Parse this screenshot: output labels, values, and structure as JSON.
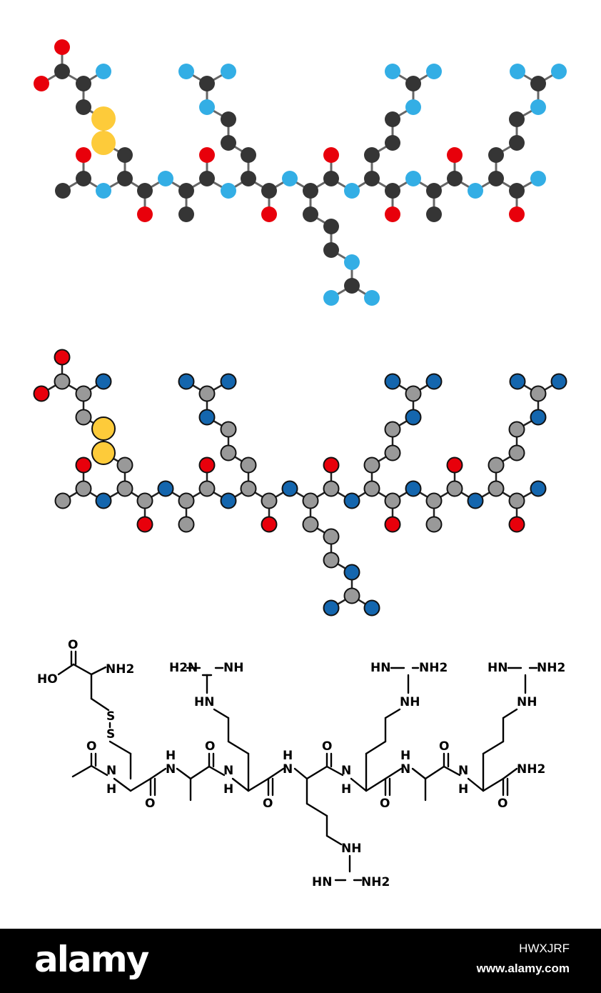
{
  "colors": {
    "carbon_dark": "#353535",
    "carbon_grey": "#999999",
    "nitrogen_light": "#33aee5",
    "nitrogen_dark": "#1466ae",
    "oxygen": "#e8000b",
    "sulfur": "#fdcb3a",
    "footer_bg": "#000000",
    "footer_text": "#ffffff"
  },
  "labels": {
    "o_top": "O",
    "ho": "HO",
    "nh2_cys": "NH2",
    "s1": "S",
    "s2": "S",
    "h2n_arg1": "H2N",
    "nh_arg1_top": "NH",
    "hn_arg1_side": "HN",
    "o_acetyl": "O",
    "nh_amide1": "H",
    "nh_amide1_n": "N",
    "o_cys": "O",
    "nh_ala1_n": "N",
    "nh_ala1_h": "H",
    "o_ala1": "O",
    "nh_arg1_n": "N",
    "nh_arg1_h": "H",
    "o_arg1": "O",
    "nh_arg2_n": "N",
    "nh_arg2_h": "H",
    "o_arg2": "O",
    "hn_arg3_top": "HN",
    "nh2_arg3": "NH2",
    "nh_arg3_side": "NH",
    "nh_arg3_n": "N",
    "nh_arg3_h": "H",
    "o_arg3": "O",
    "nh_ala2_n": "N",
    "nh_ala2_h": "H",
    "o_ala2": "O",
    "hn_arg4_top": "HN",
    "nh2_arg4": "NH2",
    "nh_arg4_side": "NH",
    "nh_arg4_n": "N",
    "nh_arg4_h": "H",
    "nh2_term": "NH2",
    "o_term": "O",
    "nh_arg2_side": "NH",
    "hn_arg2_bot": "HN",
    "nh2_arg2_bot": "NH2"
  },
  "footer": {
    "brand": "alamy",
    "image_id": "HWXJRF",
    "site": "www.alamy.com"
  }
}
